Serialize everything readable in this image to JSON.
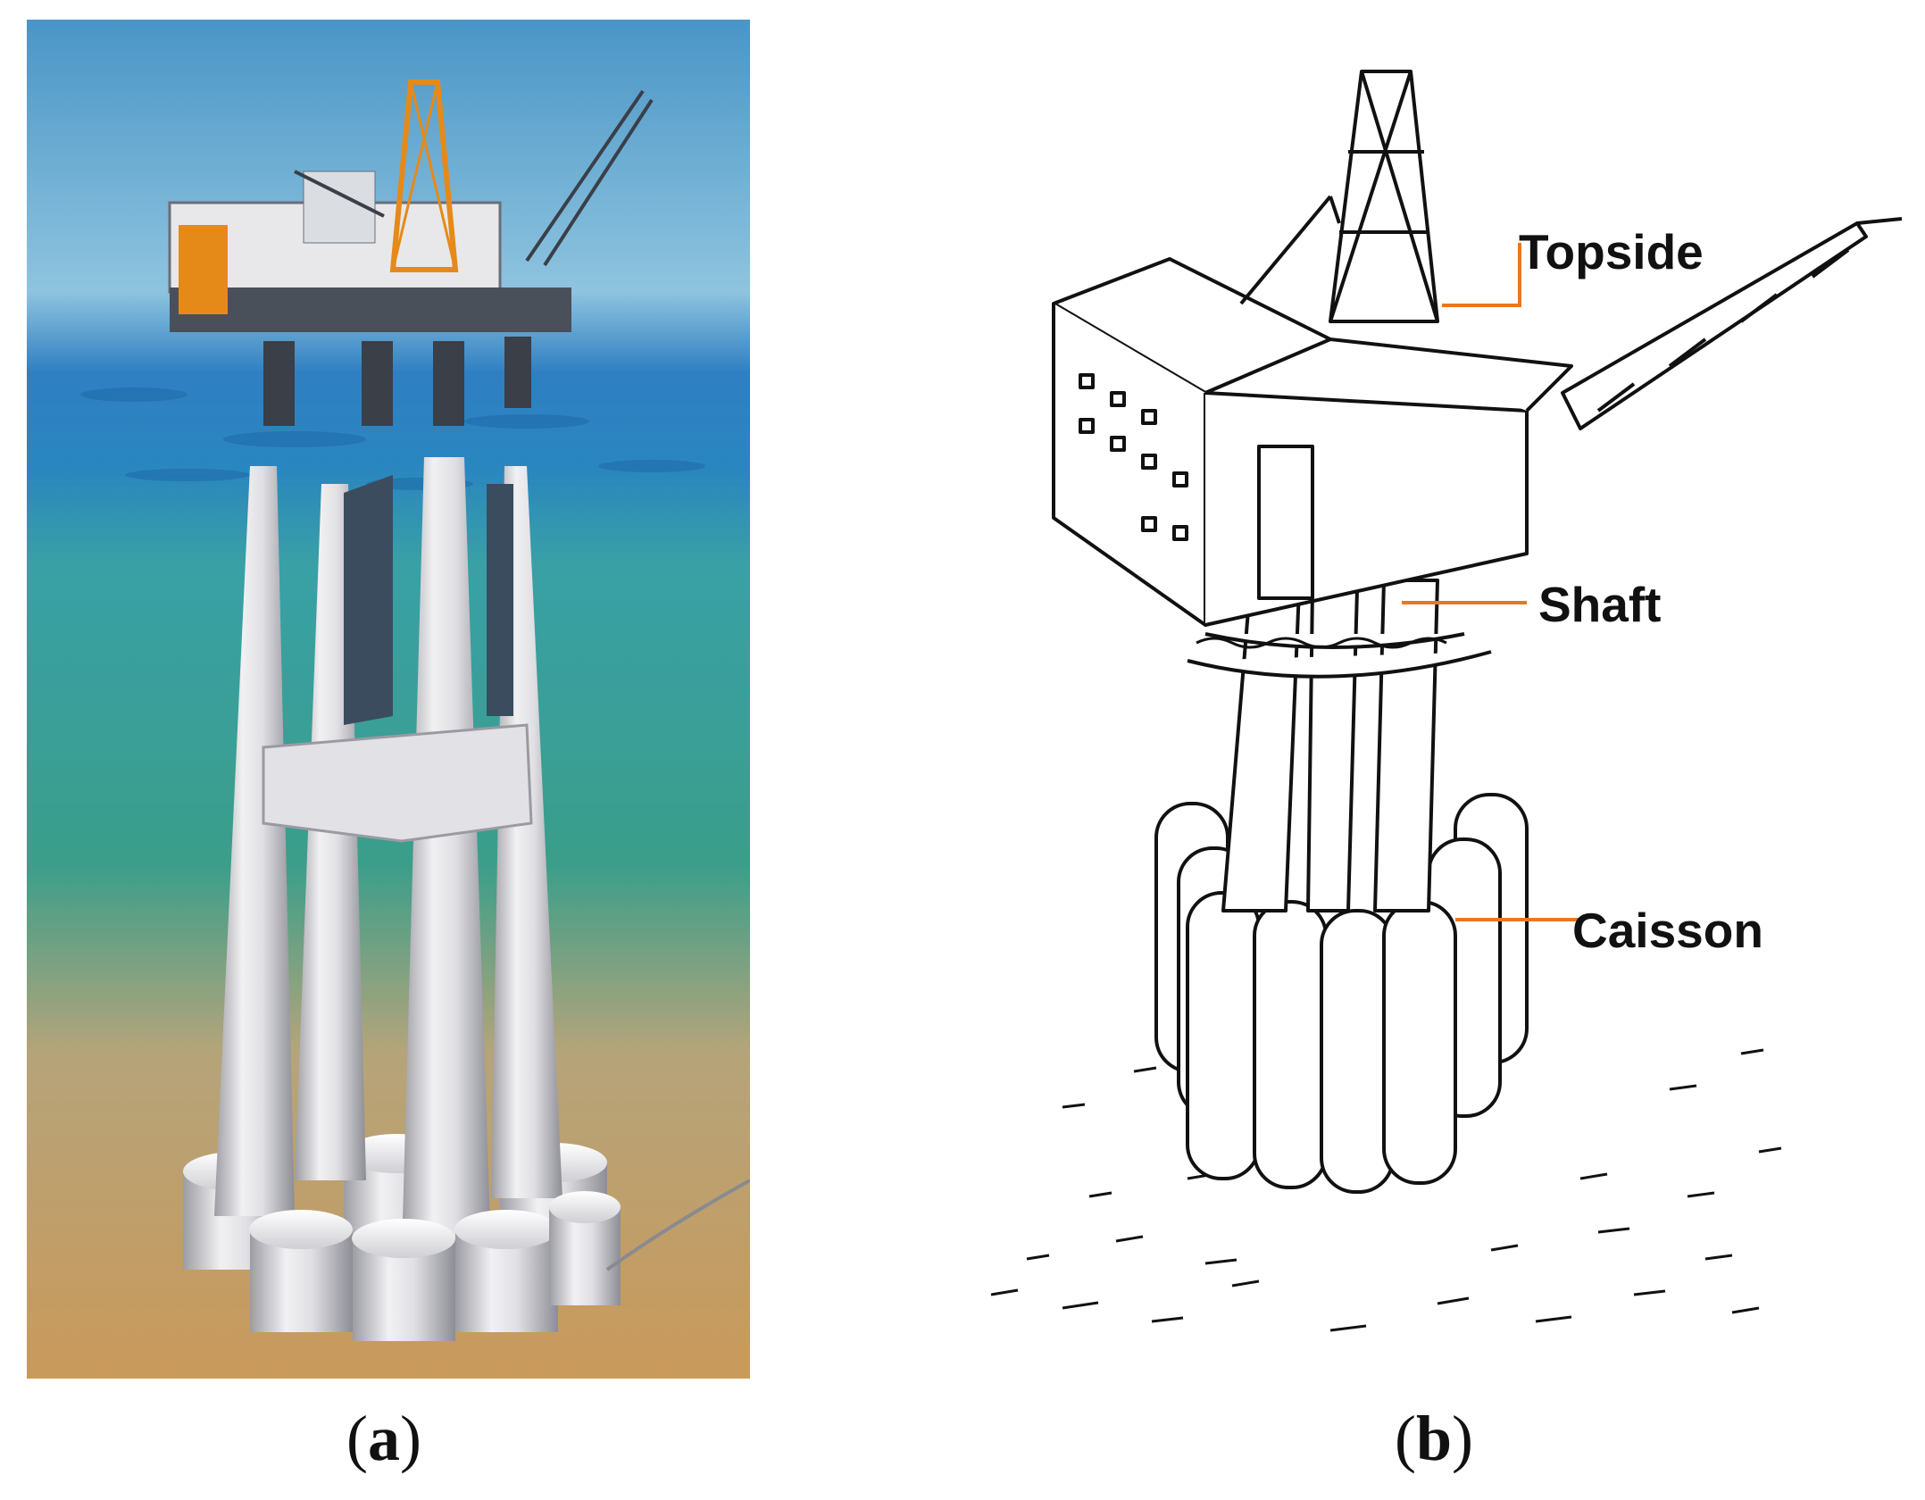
{
  "figure": {
    "panel_a": {
      "caption_open": "(",
      "caption_letter": "a",
      "caption_close": ")"
    },
    "panel_b": {
      "caption_open": "(",
      "caption_letter": "b",
      "caption_close": ")",
      "labels": {
        "topside": "Topside",
        "shaft": "Shaft",
        "caisson": "Caisson"
      }
    },
    "colors": {
      "sky": "#3d8fc4",
      "sea": "#1f8aa8",
      "deep_water": "#2f9a8a",
      "seabed": "#c99a5b",
      "concrete": "#d9d9dc",
      "platform_orange": "#e58a18",
      "leader_line": "#e87722"
    }
  }
}
